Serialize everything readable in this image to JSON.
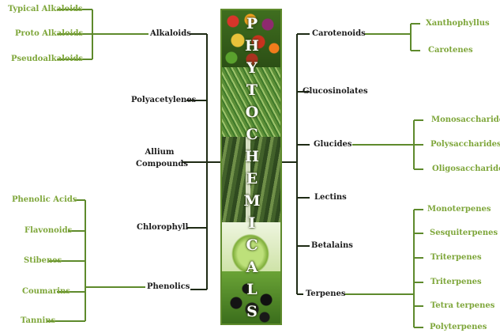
{
  "center": {
    "title_letters": [
      "P",
      "H",
      "Y",
      "T",
      "O",
      "C",
      "H",
      "E",
      "M",
      "I",
      "C",
      "A",
      "L",
      "S"
    ]
  },
  "left_main": {
    "alkaloids": "Alkaloids",
    "polyacetylenes": "Polyacetylenes",
    "allium_line1": "Allium",
    "allium_line2": "Compounds",
    "chlorophyll": "Chlorophyll",
    "phenolics": "Phenolics"
  },
  "alkaloid_types": [
    "Typical Alkaloids",
    "Proto Alkaloids",
    "Pseudoalkaloids"
  ],
  "phenolic_types": [
    "Phenolic Acids",
    "Flavonoids",
    "Stibenes",
    "Coumarins",
    "Tannins"
  ],
  "right_main": {
    "carotenoids": "Carotenoids",
    "glucosinolates": "Glucosinolates",
    "glucides": "Glucides",
    "lectins": "Lectins",
    "betalains": "Betalains",
    "terpenes": "Terpenes"
  },
  "carotenoid_types": [
    "Xanthophyllus",
    "Carotenes"
  ],
  "glucide_types": [
    "Monosaccharides",
    "Polysaccharides",
    "Oligosaccharides"
  ],
  "terpene_types": [
    "Monoterpenes",
    "Sesquiterpenes",
    "Triterpenes",
    "Triterpenes",
    "Tetra terpenes",
    "Polyterpenes"
  ],
  "colors": {
    "line_green": "#5e8a2c",
    "sub_label_green": "#7ea63a",
    "main_label_dark": "#1b1b1b"
  }
}
